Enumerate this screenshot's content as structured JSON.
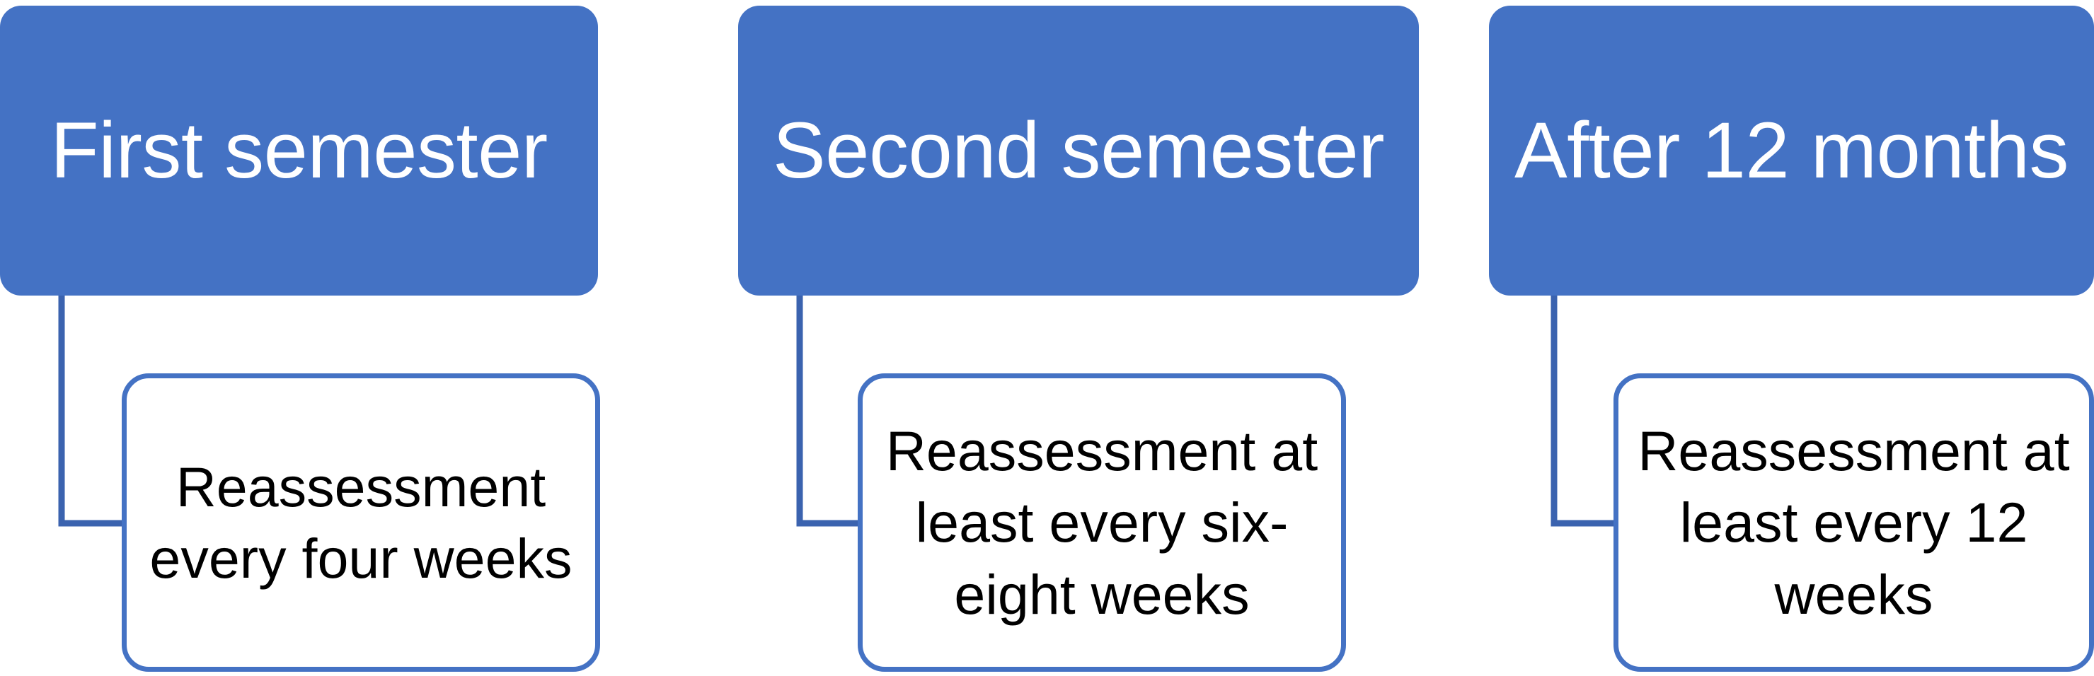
{
  "diagram": {
    "type": "hierarchy-flow",
    "background_color": "#FFFFFF",
    "accent_color": "#4472C4",
    "connector_color": "#3B63AF",
    "stage_text_color": "#FFFFFF",
    "detail_text_color": "#000000",
    "groups": [
      {
        "id": "first-semester",
        "stage_label": "First semester",
        "detail_label": "Reassessment every four weeks"
      },
      {
        "id": "second-semester",
        "stage_label": "Second semester",
        "detail_label": "Reassessment at least every six-eight weeks"
      },
      {
        "id": "after-12-months",
        "stage_label": "After 12 months",
        "detail_label": "Reassessment at least every 12 weeks"
      }
    ]
  }
}
